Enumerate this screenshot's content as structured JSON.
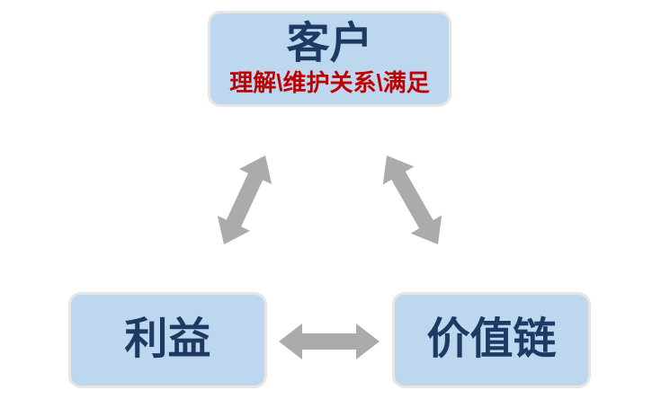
{
  "diagram": {
    "type": "cycle-diagram",
    "colors": {
      "background": "#ffffff",
      "box_fill": "#bdd7ee",
      "box_border": "#e7e6e6",
      "title": "#1f3864",
      "subtitle": "#c00000",
      "arrow": "#ababab"
    },
    "nodes": {
      "customer": {
        "label": "客户",
        "subtitle": "理解\\维护关系\\满足"
      },
      "benefit": {
        "label": "利益"
      },
      "value_chain": {
        "label": "价值链"
      }
    },
    "arrows": [
      {
        "name": "customer-benefit",
        "style": "double-headed",
        "between": [
          "customer",
          "benefit"
        ]
      },
      {
        "name": "customer-value-chain",
        "style": "double-headed",
        "between": [
          "customer",
          "value_chain"
        ]
      },
      {
        "name": "benefit-value-chain",
        "style": "double-headed",
        "between": [
          "benefit",
          "value_chain"
        ]
      }
    ]
  }
}
